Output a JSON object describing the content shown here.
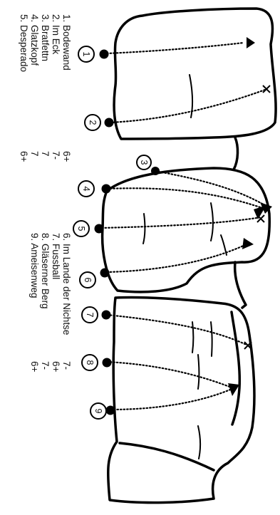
{
  "routes": [
    {
      "num": "1",
      "label": "1. Bodewand",
      "grade": "6+"
    },
    {
      "num": "2",
      "label": "2. Im Eck",
      "grade": "7-"
    },
    {
      "num": "3",
      "label": "3. Bratfettn",
      "grade": "7"
    },
    {
      "num": "4",
      "label": "4. Glatzkopf",
      "grade": "7"
    },
    {
      "num": "5",
      "label": "5. Desperado",
      "grade": "6+"
    },
    {
      "num": "6",
      "label": "6. Im Lande der Nichtse",
      "grade": "7-"
    },
    {
      "num": "7",
      "label": "7. Fussball",
      "grade": "6+"
    },
    {
      "num": "8",
      "label": "8. Gläserner Berg",
      "grade": "7-"
    },
    {
      "num": "9",
      "label": "9. Ameisenweg",
      "grade": "6+"
    }
  ]
}
